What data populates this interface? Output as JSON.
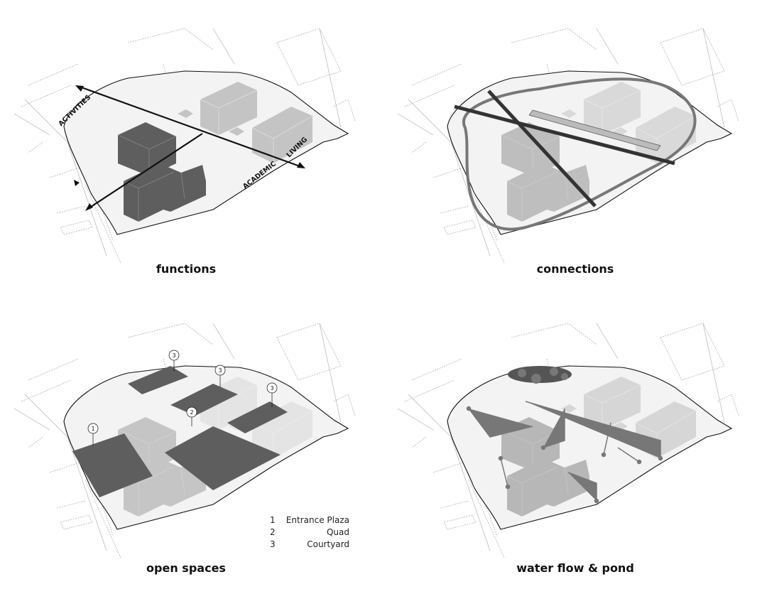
{
  "panels": [
    {
      "title": "functions",
      "labels": [
        "ACTIVITIES",
        "ACADEMIC",
        "LIVING"
      ]
    },
    {
      "title": "connections"
    },
    {
      "title": "open spaces",
      "markers": [
        "1",
        "2",
        "3",
        "3",
        "3"
      ]
    },
    {
      "title": "water flow & pond"
    }
  ],
  "legend": [
    {
      "num": "1",
      "label": "Entrance Plaza"
    },
    {
      "num": "2",
      "label": "Quad"
    },
    {
      "num": "3",
      "label": "Courtyard"
    }
  ],
  "colors": {
    "site": "#f3f3f3",
    "dark_building": "#5e5e5e",
    "light_building": "#c4c4c4",
    "line": "#111111"
  }
}
